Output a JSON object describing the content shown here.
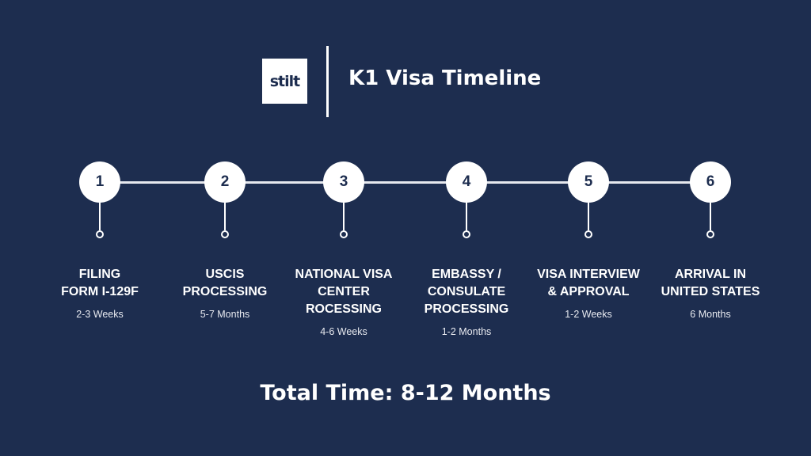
{
  "header": {
    "logo_text": "stilt",
    "title": "K1 Visa Timeline"
  },
  "colors": {
    "background": "#1d2d4f",
    "circle": "#ffffff",
    "text": "#ffffff"
  },
  "steps": [
    {
      "number": "1",
      "label_line1": "FILING",
      "label_line2": "FORM I-129F",
      "label_line3": "",
      "duration": "2-3 Weeks"
    },
    {
      "number": "2",
      "label_line1": "USCIS",
      "label_line2": "PROCESSING",
      "label_line3": "",
      "duration": "5-7 Months"
    },
    {
      "number": "3",
      "label_line1": "NATIONAL VISA",
      "label_line2": "CENTER",
      "label_line3": "ROCESSING",
      "duration": "4-6 Weeks"
    },
    {
      "number": "4",
      "label_line1": "EMBASSY /",
      "label_line2": "CONSULATE",
      "label_line3": "PROCESSING",
      "duration": "1-2 Months"
    },
    {
      "number": "5",
      "label_line1": "VISA INTERVIEW",
      "label_line2": "& APPROVAL",
      "label_line3": "",
      "duration": "1-2 Weeks"
    },
    {
      "number": "6",
      "label_line1": "ARRIVAL IN",
      "label_line2": "UNITED STATES",
      "label_line3": "",
      "duration": "6 Months"
    }
  ],
  "footer": {
    "total": "Total Time: 8-12 Months"
  }
}
